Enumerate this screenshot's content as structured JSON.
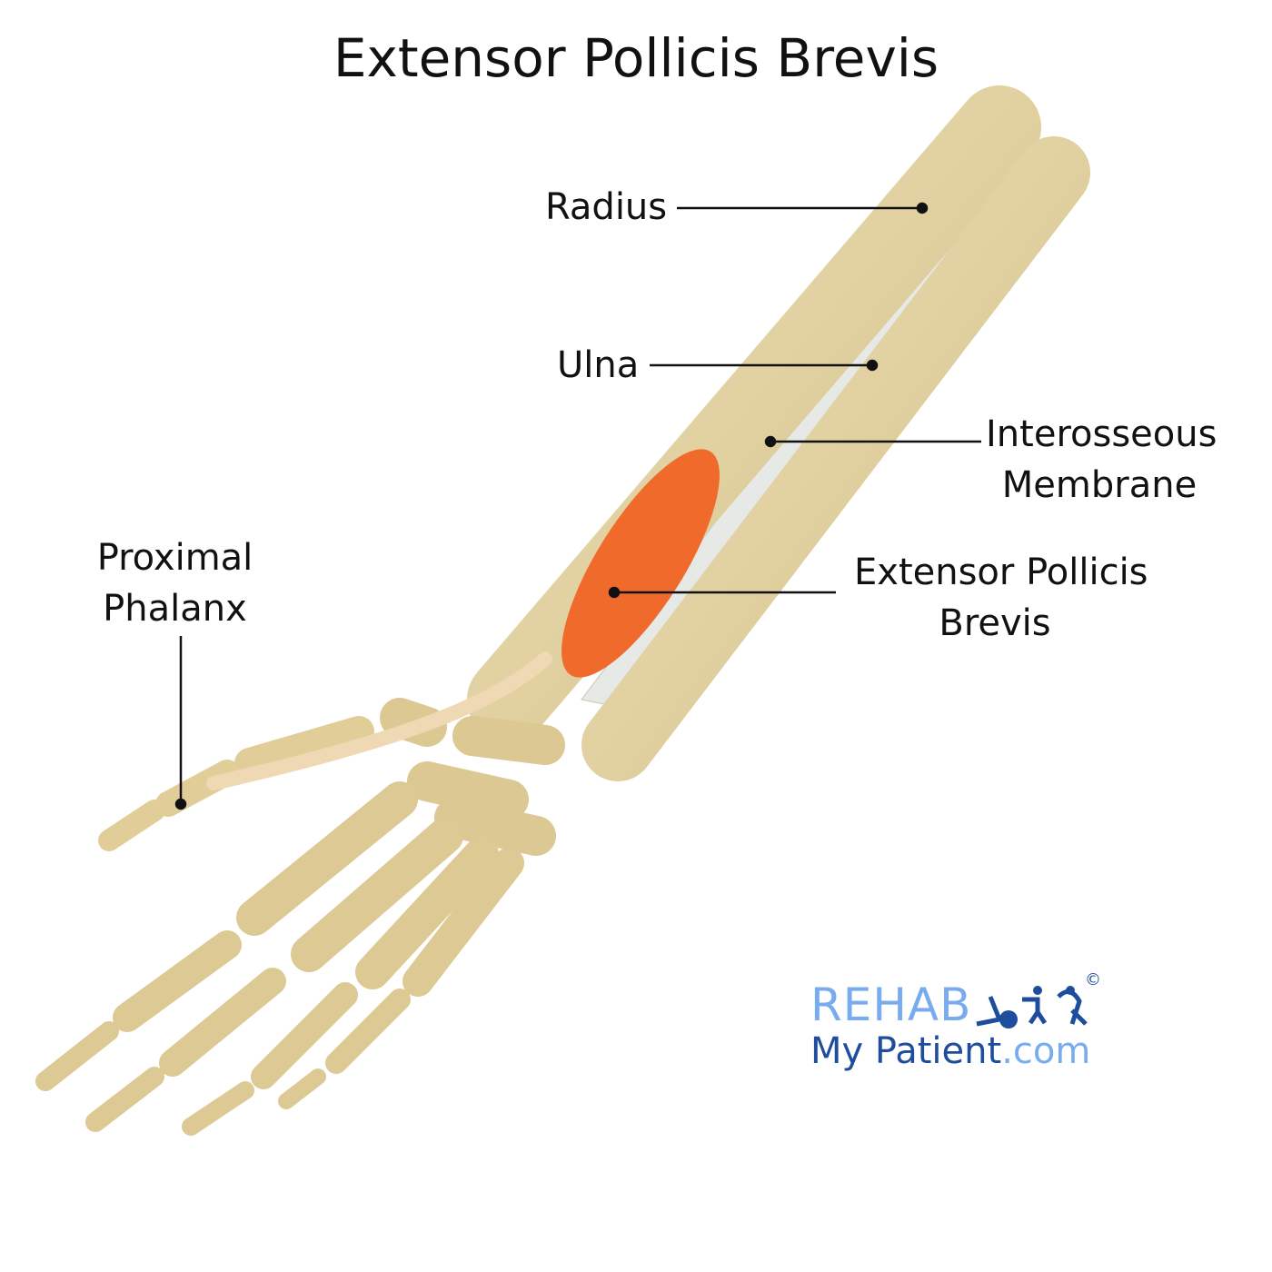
{
  "title": "Extensor Pollicis Brevis",
  "labels": {
    "radius": "Radius",
    "ulna": "Ulna",
    "interosseous_line1": "Interosseous",
    "interosseous_line2": "Membrane",
    "epb_line1": "Extensor Pollicis",
    "epb_line2": "Brevis",
    "phalanx_line1": "Proximal",
    "phalanx_line2": "Phalanx"
  },
  "logo": {
    "line1": "REHAB",
    "line2_main": "My Patient",
    "line2_suffix": ".com",
    "copyright": "©"
  },
  "colors": {
    "bone": "#e2d1a2",
    "muscle": "#f06a2c",
    "membrane": "#e9ecea",
    "logo_light": "#79acef",
    "logo_dark": "#1d4d9c"
  }
}
